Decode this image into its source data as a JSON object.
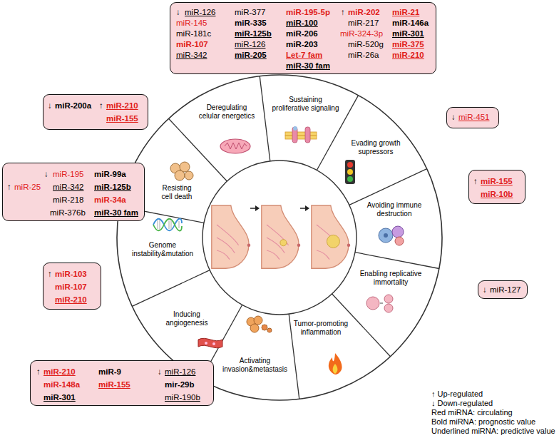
{
  "diagram": {
    "nodes": [
      {
        "text": [
          "↓",
          "miR-126",
          "miR-377",
          "miR-195-5p",
          "↑",
          "miR-202",
          "miR-21",
          "miR-145",
          "miR-335",
          "miR-100",
          "miR-217",
          "miR-146a",
          "miR-181c",
          "miR-125b",
          "miR-206",
          "miR-324-3p",
          "miR-301",
          "miR-107",
          "miR-126",
          "miR-203",
          "miR-520g",
          "miR-375",
          "miR-342",
          "miR-205",
          "Let-7 fam",
          "miR-26a",
          "miR-210",
          "miR-30 fam"
        ]
      },
      {
        "text": [
          "↓",
          "miR-200a",
          "↑",
          "miR-210",
          "miR-155"
        ]
      },
      {
        "text": [
          "↓",
          "miR-451"
        ]
      },
      {
        "text": [
          "↓",
          "miR-195",
          "miR-99a",
          "↑",
          "miR-25",
          "miR-342",
          "miR-125b",
          "miR-218",
          "miR-34a",
          "miR-376b",
          "miR-30 fam"
        ]
      },
      {
        "text": [
          "↑",
          "miR-155",
          "miR-10b"
        ]
      },
      {
        "text": [
          "↑",
          "miR-103",
          "miR-107",
          "miR-210"
        ]
      },
      {
        "text": [
          "↓",
          "miR-127"
        ]
      },
      {
        "text": [
          "↑",
          "miR-210",
          "miR-9",
          "↓",
          "miR-126",
          "miR-148a",
          "miR-155",
          "mir-29b",
          "miR-301",
          "miR-190b"
        ]
      }
    ],
    "labels": [
      "Sustaining proliferative signaling",
      "Deregulating celular energetics",
      "Evading growth supressors",
      "Avoiding immune destruction",
      "Resisting cell death",
      "Enabling replicative immortality",
      "Genome instability&mutation",
      "Tumor-promoting inflammation",
      "Inducing angiogenesis",
      "Activating invasion&metastasis"
    ],
    "legend": [
      {
        "text": "↑ Up-regulated"
      },
      {
        "text": "↓ Down-regulated"
      },
      {
        "text": "Red miRNA: circulating"
      },
      {
        "text": "Bold miRNA: prognostic value"
      },
      {
        "text": "Underlined miRNA: predictive value"
      }
    ]
  }
}
